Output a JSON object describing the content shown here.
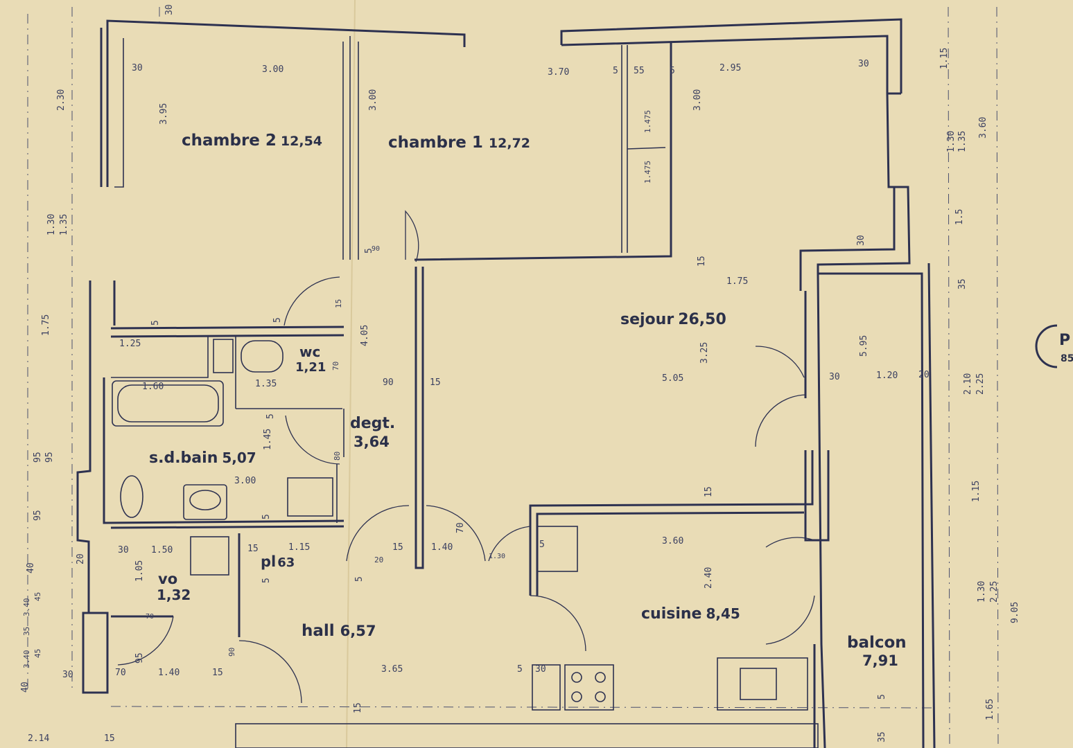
{
  "rooms": {
    "chambre2": {
      "name": "chambre 2",
      "area": "12,54"
    },
    "chambre1": {
      "name": "chambre 1",
      "area": "12,72"
    },
    "sejour": {
      "name": "sejour",
      "area": "26,50"
    },
    "wc": {
      "name": "wc",
      "area": "1,21"
    },
    "sdbain": {
      "name": "s.d.bain",
      "area": "5,07"
    },
    "degt": {
      "name": "degt.",
      "area": "3,64"
    },
    "vo": {
      "name": "vo",
      "area": "1,32"
    },
    "pl": {
      "name": "pl",
      "area": "63"
    },
    "hall": {
      "name": "hall",
      "area": "6,57"
    },
    "cuisine": {
      "name": "cuisine",
      "area": "8,45"
    },
    "balcon": {
      "name": "balcon",
      "area": "7,91"
    }
  },
  "edge_label": {
    "line1": "P",
    "line2": "85"
  },
  "dimensions": {
    "d_30_top": "30",
    "d_3_00_a": "3.00",
    "d_3_70": "3.70",
    "d_5a": "5",
    "d_55": "55",
    "d_5b": "5",
    "d_2_95": "2.95",
    "d_30_tr": "30",
    "d_1_15_top": "1.15",
    "d_2_30": "2.30",
    "d_3_95": "3.95",
    "d_3_00_b": "3.00",
    "d_3_00_c": "3.00",
    "d_1_475_a": "1.475",
    "d_1_475_b": "1.475",
    "d_1_30_r": "1.30",
    "d_1_35_r": "1.35",
    "d_3_60_r": "3.60",
    "d_1_30_l": "1.30",
    "d_1_35_l": "1.35",
    "d_5_c": "5",
    "d_90_a": "90",
    "d_1_5_r": "1.5",
    "d_30_r2": "30",
    "d_35_r": "35",
    "d_1_75_s": "1.75",
    "d_1_75_l": "1.75",
    "d_15_s": "15",
    "d_5_d": "5",
    "d_1_25": "1.25",
    "d_5_e": "5",
    "d_15_a": "15",
    "d_4_05": "4.05",
    "d_3_25": "3.25",
    "d_5_95": "5.95",
    "d_1_60": "1.60",
    "d_1_35_w": "1.35",
    "d_70_w": "70",
    "d_90_b": "90",
    "d_15_b": "15",
    "d_5_05": "5.05",
    "d_30_b": "30",
    "d_1_20": "1.20",
    "d_20_b": "20",
    "d_2_10": "2.10",
    "d_2_25_a": "2.25",
    "d_5_f": "5",
    "d_1_45": "1.45",
    "d_80": "80",
    "d_95_l": "95",
    "d_3_00_d": "3.00",
    "d_95_l2": "95",
    "d_15_k": "15",
    "d_1_15_r": "1.15",
    "d_5_g": "5",
    "d_15_pl": "15",
    "d_1_15_pl": "1.15",
    "d_70": "70",
    "d_3_60": "3.60",
    "d_30_vo": "30",
    "d_1_50": "1.50",
    "d_15_h": "15",
    "d_1_40_h": "1.40",
    "d_130": "1.30",
    "d_5_h": "5",
    "d_40": "40",
    "d_20_l": "20",
    "d_1_05": "1.05",
    "d_5_i": "5",
    "d_20_h": "20",
    "d_5_j": "5",
    "d_2_40": "2.40",
    "d_1_30_b": "1.30",
    "d_2_25_b": "2.25",
    "d_9_05": "9.05",
    "d_3_40": "3.40",
    "d_45_a": "45",
    "d_35_l": "35",
    "d_45_b": "45",
    "d_3_40_b": "3.40",
    "d_70p": "70",
    "d_95_v": "95",
    "d_30_l": "30",
    "d_70_l": "70",
    "d_1_40_v": "1.40",
    "d_15_v": "15",
    "d_90_v": "90",
    "d_3_65": "3.65",
    "d_5_k": "5",
    "d_30_k": "30",
    "d_15_hall": "15",
    "d_5_bal": "5",
    "d_1_65": "1.65",
    "d_35_bot": "35",
    "d_40_bot": "40",
    "d_2_14": "2.14",
    "d_15_bot": "15",
    "d_30_left": "30"
  }
}
